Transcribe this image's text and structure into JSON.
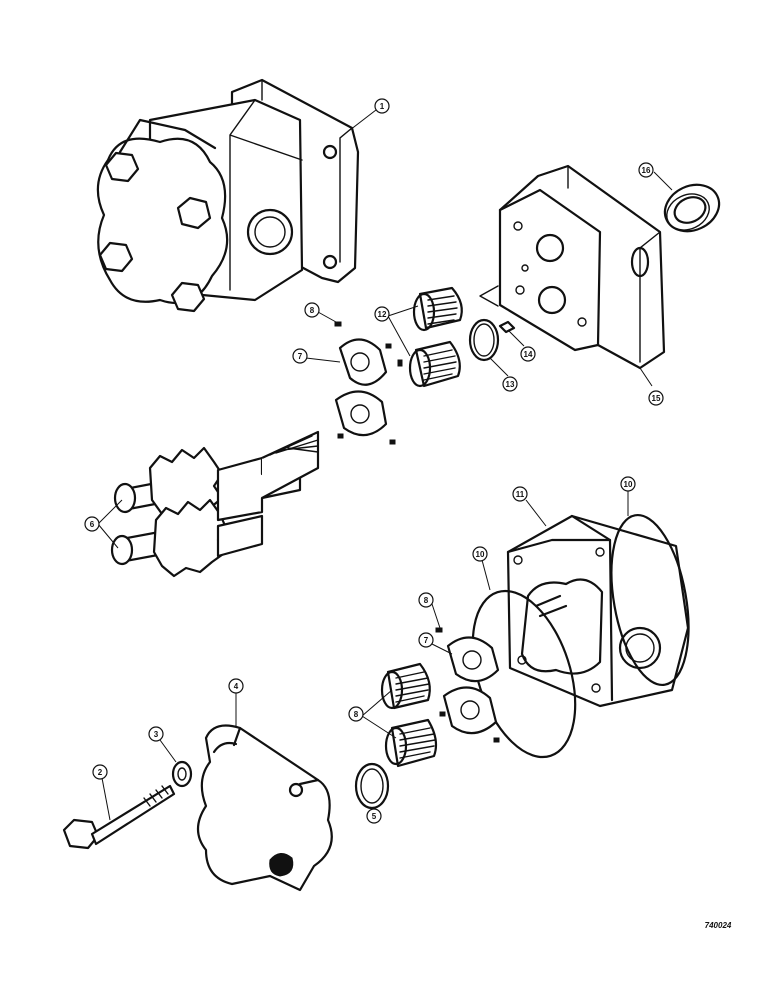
{
  "diagram": {
    "reference_code": "740024",
    "callouts": [
      {
        "id": "c1",
        "label": "1"
      },
      {
        "id": "c16",
        "label": "16"
      },
      {
        "id": "c8a",
        "label": "8"
      },
      {
        "id": "c12",
        "label": "12"
      },
      {
        "id": "c7a",
        "label": "7"
      },
      {
        "id": "c13",
        "label": "13"
      },
      {
        "id": "c14",
        "label": "14"
      },
      {
        "id": "c15",
        "label": "15"
      },
      {
        "id": "c6",
        "label": "6"
      },
      {
        "id": "c11",
        "label": "11"
      },
      {
        "id": "c10a",
        "label": "10"
      },
      {
        "id": "c10b",
        "label": "10"
      },
      {
        "id": "c8b",
        "label": "8"
      },
      {
        "id": "c7b",
        "label": "7"
      },
      {
        "id": "c4",
        "label": "4"
      },
      {
        "id": "c3",
        "label": "3"
      },
      {
        "id": "c2",
        "label": "2"
      },
      {
        "id": "c8c",
        "label": "8"
      },
      {
        "id": "c5",
        "label": "5"
      }
    ]
  }
}
